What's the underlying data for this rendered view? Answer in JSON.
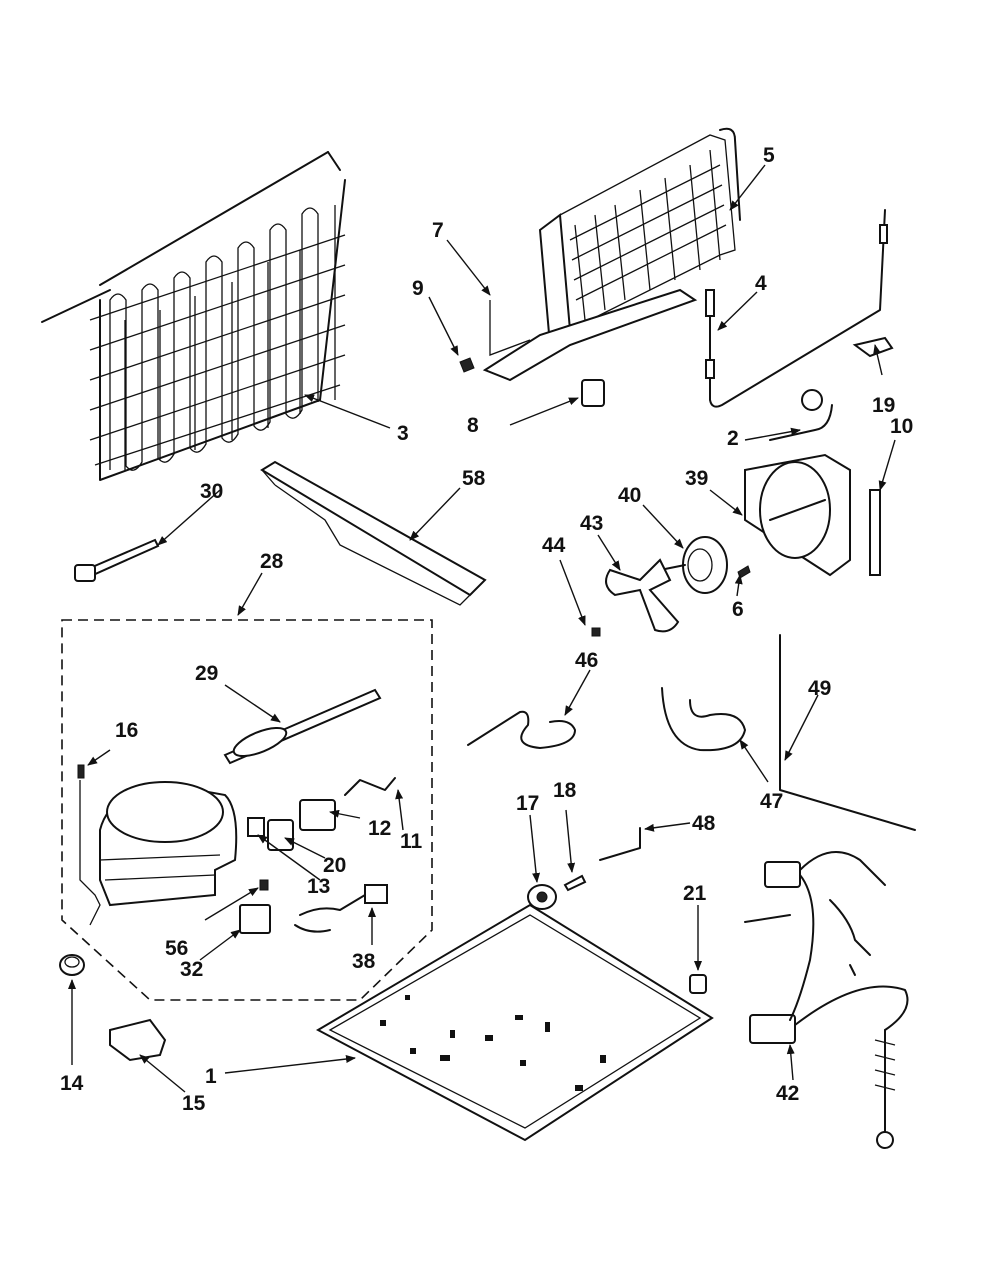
{
  "labels": {
    "p1": "1",
    "p2": "2",
    "p3": "3",
    "p4": "4",
    "p5": "5",
    "p6": "6",
    "p7": "7",
    "p8": "8",
    "p9": "9",
    "p10": "10",
    "p11": "11",
    "p12": "12",
    "p13": "13",
    "p14": "14",
    "p15": "15",
    "p16": "16",
    "p17": "17",
    "p18": "18",
    "p19": "19",
    "p20": "20",
    "p21": "21",
    "p28": "28",
    "p29": "29",
    "p30": "30",
    "p32": "32",
    "p38": "38",
    "p39": "39",
    "p40": "40",
    "p42": "42",
    "p43": "43",
    "p44": "44",
    "p46": "46",
    "p47": "47",
    "p48": "48",
    "p49": "49",
    "p56": "56",
    "p58": "58"
  }
}
